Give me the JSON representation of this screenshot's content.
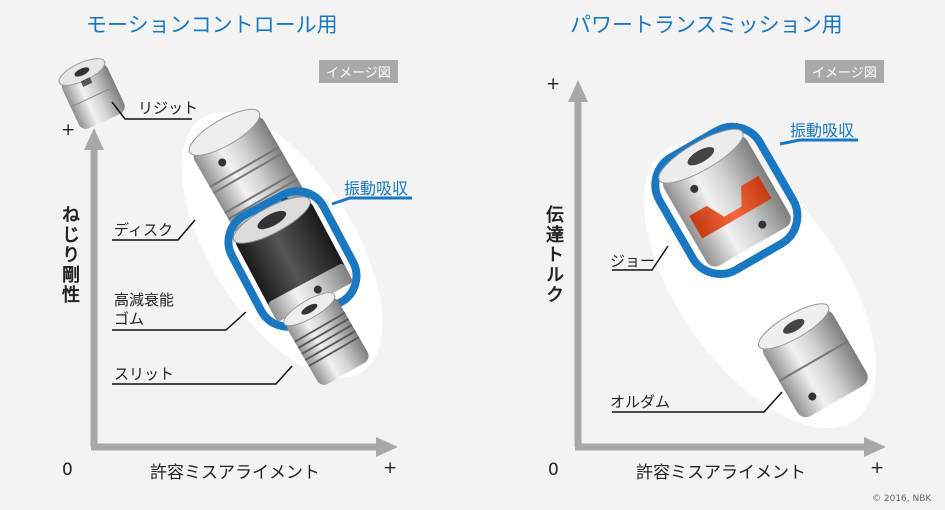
{
  "left": {
    "title": "モーションコントロール用",
    "badge": "イメージ図",
    "y_label": "ねじり剛性",
    "x_label": "許容ミスアライメント",
    "zero": "0",
    "plus_y": "+",
    "plus_x": "+",
    "items": {
      "rigid": "リジット",
      "disc": "ディスク",
      "damping_line1": "高減衰能",
      "damping_line2": "ゴム",
      "slit": "スリット",
      "vibration": "振動吸収"
    }
  },
  "right": {
    "title": "パワートランスミッション用",
    "badge": "イメージ図",
    "y_label": "伝達トルク",
    "x_label": "許容ミスアライメント",
    "zero": "0",
    "plus_y": "+",
    "plus_x": "+",
    "items": {
      "jaw": "ジョー",
      "oldham": "オルダム",
      "vibration": "振動吸収"
    }
  },
  "copyright": "© 2016, NBK",
  "colors": {
    "accent": "#1a78c2",
    "axis": "#a8a8a8",
    "ellipse": "#ffffff",
    "jaw_spider": "#e8532a",
    "rubber": "#2b2b2b",
    "metal": "#c9c9c9"
  }
}
